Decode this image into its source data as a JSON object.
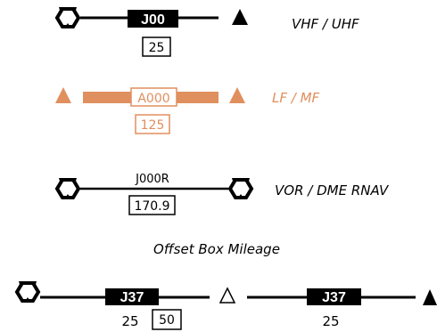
{
  "colors": {
    "ink": "#000000",
    "lf_mf": "#e08f5e"
  },
  "rows": {
    "vhf_uhf": {
      "airway_name": "J00",
      "mileage": "25",
      "caption": "VHF / UHF",
      "start_icon": "vortac-icon",
      "end_icon": "filled-triangle-icon"
    },
    "lf_mf": {
      "airway_name": "A000",
      "mileage": "125",
      "caption": "LF / MF",
      "start_icon": "filled-triangle-icon",
      "end_icon": "filled-triangle-icon"
    },
    "vor_dme_rnav": {
      "airway_name": "J000R",
      "mileage": "170.9",
      "caption": "VOR / DME RNAV",
      "start_icon": "vortac-icon",
      "end_icon": "vortac-icon"
    }
  },
  "offset_section": {
    "heading": "Offset Box Mileage",
    "left_segment": {
      "airway_name": "J37",
      "mileage": "25",
      "offset_mileage": "50",
      "start_icon": "vortac-icon"
    },
    "reporting_point_icon": "open-triangle-icon",
    "right_segment": {
      "airway_name": "J37",
      "mileage": "25",
      "end_icon": "filled-triangle-icon"
    }
  }
}
